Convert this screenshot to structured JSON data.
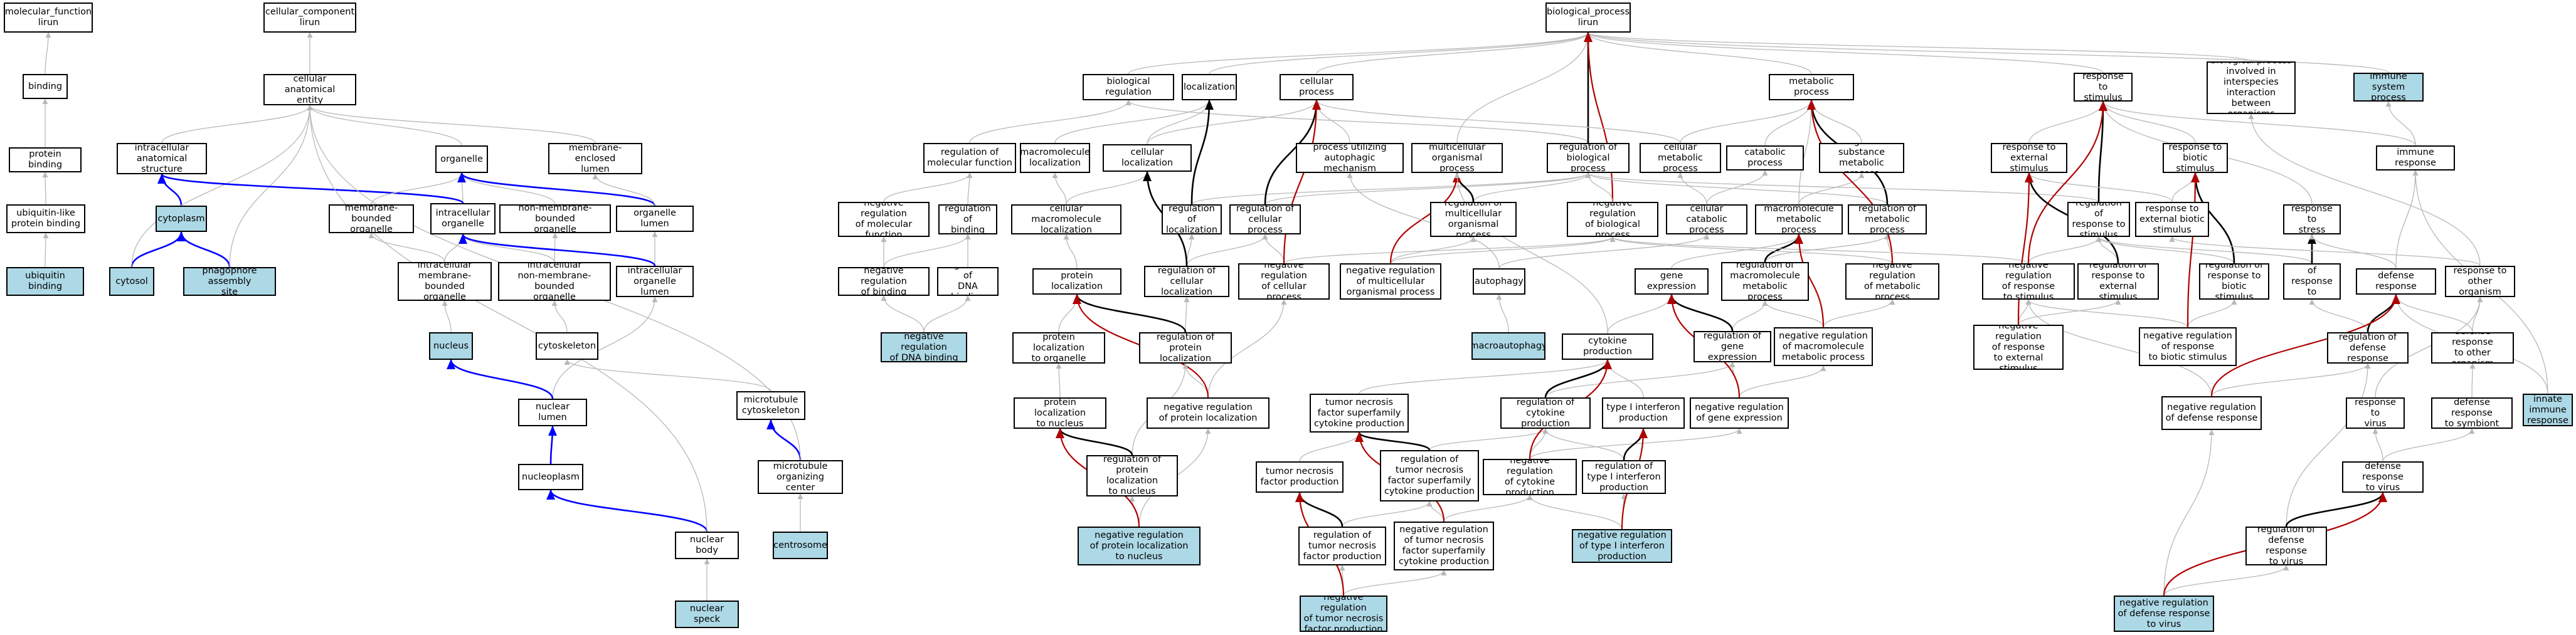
{
  "colors": {
    "highlight_fill": "#add8e6",
    "is_a_edge": "#b8b8b8",
    "part_of_edge": "#0000ff",
    "regulates_edge": "#000000",
    "negatively_regulates_edge": "#b00000"
  },
  "nodes": {
    "mf": "molecular_function\nlirun",
    "cc": "cellular_component\nlirun",
    "bp": "biological_process\nlirun",
    "binding": "binding",
    "protein_binding": "protein binding",
    "ubl_binding": "ubiquitin-like\nprotein binding",
    "ubiquitin_binding": "ubiquitin binding",
    "cae": "cellular anatomical\nentity",
    "ias": "intracellular\nanatomical structure",
    "cytoplasm": "cytoplasm",
    "cytosol": "cytosol",
    "phago": "phagophore assembly\nsite",
    "organelle": "organelle",
    "mem_enc_lumen": "membrane-enclosed\nlumen",
    "intra_org": "intracellular\norganelle",
    "mbo": "membrane-bounded\norganelle",
    "nmbo": "non-membrane-bounded\norganelle",
    "org_lumen": "organelle lumen",
    "imbo": "intracellular\nmembrane-bounded\norganelle",
    "inmbo": "intracellular\nnon-membrane-bounded\norganelle",
    "intra_org_lumen": "intracellular\norganelle lumen",
    "nucleus": "nucleus",
    "cytoskeleton": "cytoskeleton",
    "nuclear_lumen": "nuclear lumen",
    "mt_cytoskeleton": "microtubule\ncytoskeleton",
    "nucleoplasm": "nucleoplasm",
    "mtoc": "microtubule\norganizing center",
    "centrosome": "centrosome",
    "nuclear_body": "nuclear body",
    "nuclear_speck": "nuclear speck",
    "bio_reg": "biological regulation",
    "localization": "localization",
    "cell_process": "cellular process",
    "metab_process": "metabolic process",
    "resp_stim": "response to\nstimulus",
    "bp_interspecies": "biological process\ninvolved in\ninterspecies\ninteraction\nbetween organisms",
    "immune_sys": "immune system\nprocess",
    "reg_mf": "regulation of\nmolecular function",
    "macromol_loc": "macromolecule\nlocalization",
    "cell_loc": "cellular localization",
    "autophagic": "process utilizing\nautophagic mechanism",
    "multicell": "multicellular\norganismal process",
    "reg_bp": "regulation of\nbiological process",
    "cell_metab": "cellular metabolic\nprocess",
    "catabolic": "catabolic process",
    "org_subst": "organic substance\nmetabolic process",
    "resp_ext": "response to\nexternal stimulus",
    "resp_biotic": "response to\nbiotic stimulus",
    "immune_resp": "immune response",
    "neg_reg_mf": "negative regulation\nof molecular\nfunction",
    "reg_binding": "regulation of\nbinding",
    "cell_macromol_loc": "cellular macromolecule\nlocalization",
    "reg_loc": "regulation of\nlocalization",
    "reg_cell_process": "regulation of\ncellular process",
    "reg_multicell": "regulation of\nmulticellular\norganismal process",
    "neg_reg_bp": "negative regulation\nof biological\nprocess",
    "cell_catabolic": "cellular catabolic\nprocess",
    "macromol_metab": "macromolecule\nmetabolic process",
    "reg_metab": "regulation of\nmetabolic process",
    "reg_resp_stim": "regulation of\nresponse to\nstimulus",
    "resp_ext_biotic": "response to\nexternal biotic\nstimulus",
    "resp_stress": "response to\nstress",
    "neg_reg_binding": "negative regulation\nof binding",
    "reg_dna_binding": "regulation of\nDNA binding",
    "neg_reg_dna_binding": "negative regulation\nof DNA binding",
    "protein_loc": "protein localization",
    "reg_cell_loc": "regulation of\ncellular localization",
    "neg_reg_cell_process": "negative regulation\nof cellular\nprocess",
    "neg_reg_multicell": "negative regulation\nof multicellular\norganismal process",
    "autophagy": "autophagy",
    "gene_expr": "gene expression",
    "reg_macromol_metab": "regulation of\nmacromolecule\nmetabolic process",
    "neg_reg_metab": "negative regulation\nof metabolic\nprocess",
    "neg_reg_resp_stim": "negative regulation\nof response\nto stimulus",
    "reg_resp_ext": "regulation of\nresponse to\nexternal stimulus",
    "reg_resp_biotic": "regulation of\nresponse to\nbiotic stimulus",
    "reg_resp_stress": "regulation of\nresponse to\nstress",
    "defense_resp": "defense response",
    "resp_other_org": "response to\nother organism",
    "macroautophagy": "macroautophagy",
    "protein_loc_org": "protein localization\nto organelle",
    "reg_protein_loc": "regulation of\nprotein localization",
    "cytokine_prod": "cytokine production",
    "reg_gene_expr": "regulation of\ngene expression",
    "neg_reg_macromol_metab": "negative regulation\nof macromolecule\nmetabolic process",
    "neg_reg_resp_ext": "negative regulation\nof response\nto external\nstimulus",
    "neg_reg_resp_biotic": "negative regulation\nof response\nto biotic stimulus",
    "reg_defense_resp": "regulation of\ndefense response",
    "def_resp_other_org": "defense response\nto other organism",
    "innate_immune": "innate immune\nresponse",
    "protein_loc_nucleus": "protein localization\nto nucleus",
    "neg_reg_protein_loc": "negative regulation\nof protein localization",
    "tnf_sf_prod": "tumor necrosis\nfactor superfamily\ncytokine production",
    "reg_cytokine_prod": "regulation of\ncytokine production",
    "type1_ifn_prod": "type I interferon\nproduction",
    "neg_reg_gene_expr": "negative regulation\nof gene expression",
    "neg_reg_defense_resp": "negative regulation\nof defense response",
    "resp_virus": "response to\nvirus",
    "def_resp_symbiont": "defense response\nto symbiont",
    "reg_protein_loc_nucleus": "regulation of\nprotein localization\nto nucleus",
    "tnf_prod": "tumor necrosis\nfactor production",
    "reg_tnf_sf_prod": "regulation of\ntumor necrosis\nfactor superfamily\ncytokine production",
    "neg_reg_cytokine_prod": "negative regulation\nof cytokine\nproduction",
    "reg_type1_ifn_prod": "regulation of\ntype I interferon\nproduction",
    "def_resp_virus": "defense response\nto virus",
    "neg_reg_protein_loc_nucleus": "negative regulation\nof protein localization\nto nucleus",
    "reg_tnf_prod": "regulation of\ntumor necrosis\nfactor production",
    "neg_reg_tnf_sf_prod": "negative regulation\nof tumor necrosis\nfactor superfamily\ncytokine production",
    "neg_reg_type1_ifn_prod": "negative regulation\nof type I interferon\nproduction",
    "reg_def_resp_virus": "regulation of\ndefense response\nto virus",
    "neg_reg_tnf_prod": "negative regulation\nof tumor necrosis\nfactor production",
    "neg_reg_def_resp_virus": "negative regulation\nof defense response\nto virus"
  }
}
